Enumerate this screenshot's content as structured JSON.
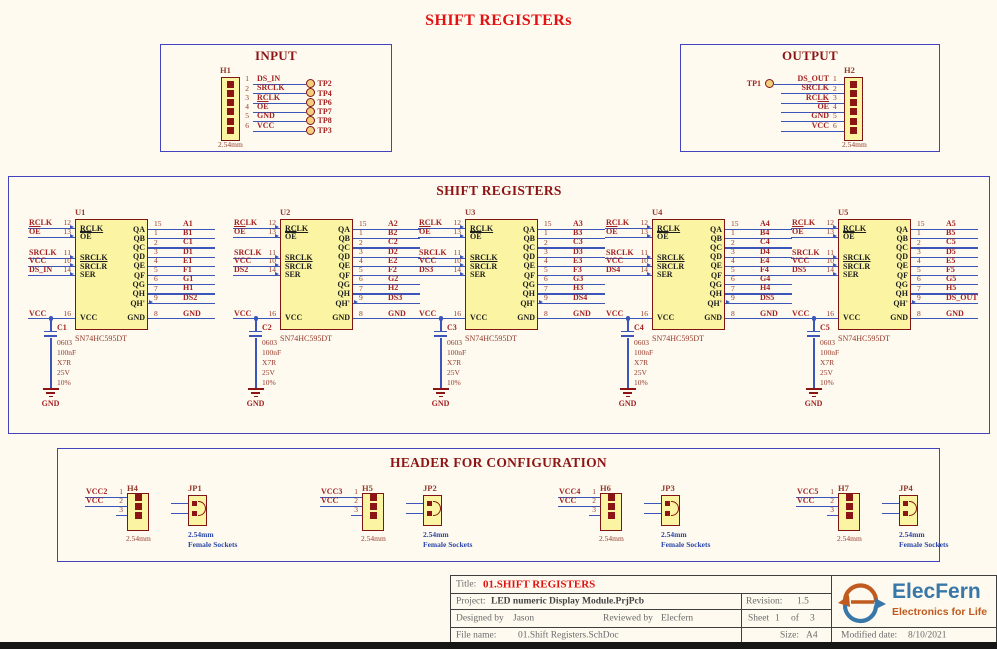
{
  "page": {
    "title": "SHIFT REGISTERs"
  },
  "colors": {
    "bg": "#FEFAEF",
    "wire": "#3B55B8",
    "box_border": "#4343C0",
    "maroon": "#8B1515",
    "net": "#A32222",
    "pin_number": "#94392B",
    "pin_name": "#1E1E1E",
    "ic_fill": "#FBF5A3",
    "ic_border": "#7E1414",
    "title_red": "#E21212",
    "tp_fill": "#F2CE7E",
    "jp_text": "#2B47A8",
    "tb_text": "#6A6A6A",
    "logo_blue": "#3878A8",
    "logo_orange": "#C05A1E"
  },
  "input_box": {
    "title": "INPUT",
    "header_ref": "H1",
    "pitch": "2.54mm",
    "rows": [
      {
        "pin": "1",
        "net": "DS_IN",
        "overline": false,
        "tp": "TP2"
      },
      {
        "pin": "2",
        "net": "SRCLK",
        "overline": false,
        "tp": "TP4"
      },
      {
        "pin": "3",
        "net": "RCLK",
        "overline": false,
        "tp": "TP6"
      },
      {
        "pin": "4",
        "net": "OE",
        "overline": true,
        "tp": "TP7"
      },
      {
        "pin": "5",
        "net": "GND",
        "overline": false,
        "tp": "TP8"
      },
      {
        "pin": "6",
        "net": "VCC",
        "overline": false,
        "tp": "TP3"
      }
    ]
  },
  "output_box": {
    "title": "OUTPUT",
    "tp": "TP1",
    "header_ref": "H2",
    "pitch": "2.54mm",
    "rows": [
      {
        "pin": "1",
        "net": "DS_OUT",
        "overline": false
      },
      {
        "pin": "2",
        "net": "SRCLK",
        "overline": false
      },
      {
        "pin": "3",
        "net": "RCLK",
        "overline": false
      },
      {
        "pin": "4",
        "net": "OE",
        "overline": true
      },
      {
        "pin": "5",
        "net": "GND",
        "overline": false
      },
      {
        "pin": "6",
        "net": "VCC",
        "overline": false
      }
    ]
  },
  "shift_registers": {
    "title": "SHIFT REGISTERS",
    "part_number": "SN74HC595DT",
    "left_pins": [
      {
        "name": "RCLK",
        "number": "12",
        "underline": true,
        "overline": false
      },
      {
        "name": "OE",
        "number": "13",
        "underline": false,
        "overline": true
      },
      {
        "name": "SRCLK",
        "number": "11",
        "underline": true,
        "overline": false
      },
      {
        "name": "SRCLR",
        "number": "10",
        "underline": false,
        "overline": true
      },
      {
        "name": "SER",
        "number": "14",
        "underline": false,
        "overline": false
      }
    ],
    "right_pins": [
      {
        "name": "QA",
        "number": "15"
      },
      {
        "name": "QB",
        "number": "1"
      },
      {
        "name": "QC",
        "number": "2"
      },
      {
        "name": "QD",
        "number": "3"
      },
      {
        "name": "QE",
        "number": "4"
      },
      {
        "name": "QF",
        "number": "5"
      },
      {
        "name": "QG",
        "number": "6"
      },
      {
        "name": "QH",
        "number": "7"
      },
      {
        "name": "QH'",
        "number": "9"
      }
    ],
    "vcc_pin": {
      "name": "VCC",
      "number": "16"
    },
    "gnd_pin": {
      "name": "GND",
      "number": "8"
    },
    "vcc_net": "VCC",
    "gnd_net": "GND",
    "cap_params": [
      "0603",
      "100nF",
      "X7R",
      "25V",
      "10%"
    ],
    "units": [
      {
        "ref": "U1",
        "cap_ref": "C1",
        "left_nets": [
          {
            "text": "RCLK"
          },
          {
            "text": "OE",
            "overline": true
          },
          {
            "text": "SRCLK"
          },
          {
            "text": "VCC"
          },
          {
            "text": "DS_IN"
          }
        ],
        "right_nets": [
          "A1",
          "B1",
          "C1",
          "D1",
          "E1",
          "F1",
          "G1",
          "H1",
          "DS2"
        ]
      },
      {
        "ref": "U2",
        "cap_ref": "C2",
        "left_nets": [
          {
            "text": "RCLK"
          },
          {
            "text": "OE",
            "overline": true
          },
          {
            "text": "SRCLK"
          },
          {
            "text": "VCC"
          },
          {
            "text": "DS2"
          }
        ],
        "right_nets": [
          "A2",
          "B2",
          "C2",
          "D2",
          "E2",
          "F2",
          "G2",
          "H2",
          "DS3"
        ]
      },
      {
        "ref": "U3",
        "cap_ref": "C3",
        "left_nets": [
          {
            "text": "RCLK"
          },
          {
            "text": "OE",
            "overline": true
          },
          {
            "text": "SRCLK"
          },
          {
            "text": "VCC"
          },
          {
            "text": "DS3"
          }
        ],
        "right_nets": [
          "A3",
          "B3",
          "C3",
          "D3",
          "E3",
          "F3",
          "G3",
          "H3",
          "DS4"
        ]
      },
      {
        "ref": "U4",
        "cap_ref": "C4",
        "left_nets": [
          {
            "text": "RCLK"
          },
          {
            "text": "OE",
            "overline": true
          },
          {
            "text": "SRCLK"
          },
          {
            "text": "VCC"
          },
          {
            "text": "DS4"
          }
        ],
        "right_nets": [
          "A4",
          "B4",
          "C4",
          "D4",
          "E4",
          "F4",
          "G4",
          "H4",
          "DS5"
        ]
      },
      {
        "ref": "U5",
        "cap_ref": "C5",
        "left_nets": [
          {
            "text": "RCLK"
          },
          {
            "text": "OE",
            "overline": true
          },
          {
            "text": "SRCLK"
          },
          {
            "text": "VCC"
          },
          {
            "text": "DS5"
          }
        ],
        "right_nets": [
          "A5",
          "B5",
          "C5",
          "D5",
          "E5",
          "F5",
          "G5",
          "H5",
          "DS_OUT"
        ]
      }
    ]
  },
  "header_config": {
    "title": "HEADER FOR CONFIGURATION",
    "pitch": "2.54mm",
    "jumper_type": "Female Sockets",
    "pins": [
      "1",
      "2",
      "3"
    ],
    "groups": [
      {
        "header_ref": "H4",
        "jumper_ref": "JP1",
        "nets": [
          "VCC2",
          "VCC"
        ]
      },
      {
        "header_ref": "H5",
        "jumper_ref": "JP2",
        "nets": [
          "VCC3",
          "VCC"
        ]
      },
      {
        "header_ref": "H6",
        "jumper_ref": "JP3",
        "nets": [
          "VCC4",
          "VCC"
        ]
      },
      {
        "header_ref": "H7",
        "jumper_ref": "JP4",
        "nets": [
          "VCC5",
          "VCC"
        ]
      }
    ]
  },
  "title_block": {
    "title_label": "Title:",
    "title": "01.SHIFT REGISTERS",
    "project_label": "Project:",
    "project": "LED numeric Display Module.PrjPcb",
    "designed_label": "Designed by",
    "designed_by": "Jason",
    "reviewed_label": "Reviewed by",
    "reviewed_by": "Elecfern",
    "file_label": "File name:",
    "file_name": "01.Shift Registers.SchDoc",
    "revision_label": "Revision:",
    "revision": "1.5",
    "sheet_label": "Sheet",
    "sheet_number": "1",
    "of_label": "of",
    "sheet_total": "3",
    "size_label": "Size:",
    "size": "A4",
    "modified_label": "Modified date:",
    "modified_date": "8/10/2021",
    "logo_name": "ElecFern",
    "logo_tagline": "Electronics for Life"
  }
}
